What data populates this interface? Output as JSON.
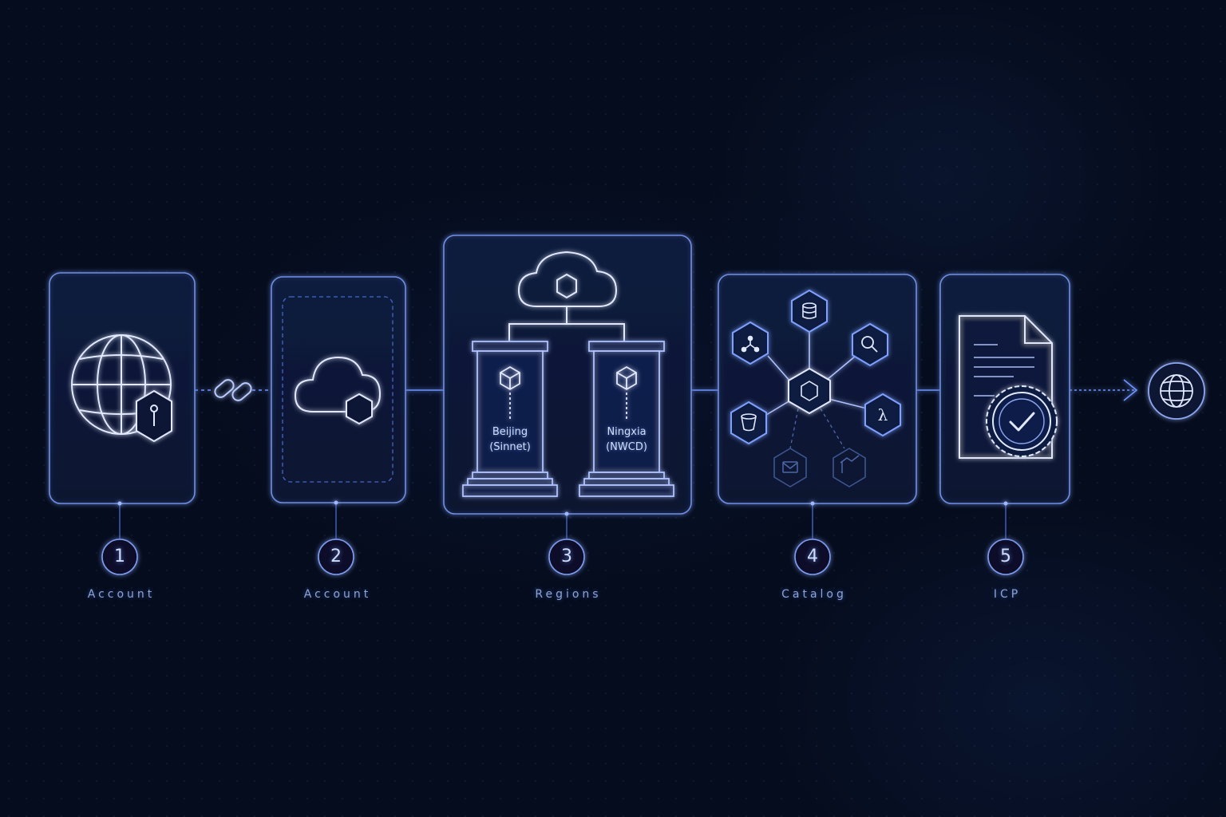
{
  "steps": [
    {
      "number": "1",
      "label": "Account"
    },
    {
      "number": "2",
      "label": "Account"
    },
    {
      "number": "3",
      "label": "Regions"
    },
    {
      "number": "4",
      "label": "Catalog"
    },
    {
      "number": "5",
      "label": "ICP"
    }
  ],
  "regions": [
    {
      "name": "Beijing",
      "operator": "(Sinnet)"
    },
    {
      "name": "Ningxia",
      "operator": "(NWCD)"
    }
  ],
  "icons": {
    "step1": [
      "globe-icon",
      "shield-key-icon"
    ],
    "step2": [
      "cloud-icon",
      "shield-icon"
    ],
    "step3": [
      "cloud-icon",
      "cube-icon",
      "pillar-icon"
    ],
    "step4": [
      "hub-icon",
      "database-icon",
      "search-icon",
      "lambda-icon",
      "bucket-icon",
      "network-icon",
      "mail-icon",
      "chart-icon"
    ],
    "step5": [
      "document-icon",
      "certificate-badge-icon"
    ],
    "end": "globe-icon"
  },
  "colors": {
    "background": "#050c1d",
    "accent": "#5b86ff",
    "line": "#c9d6ff"
  }
}
